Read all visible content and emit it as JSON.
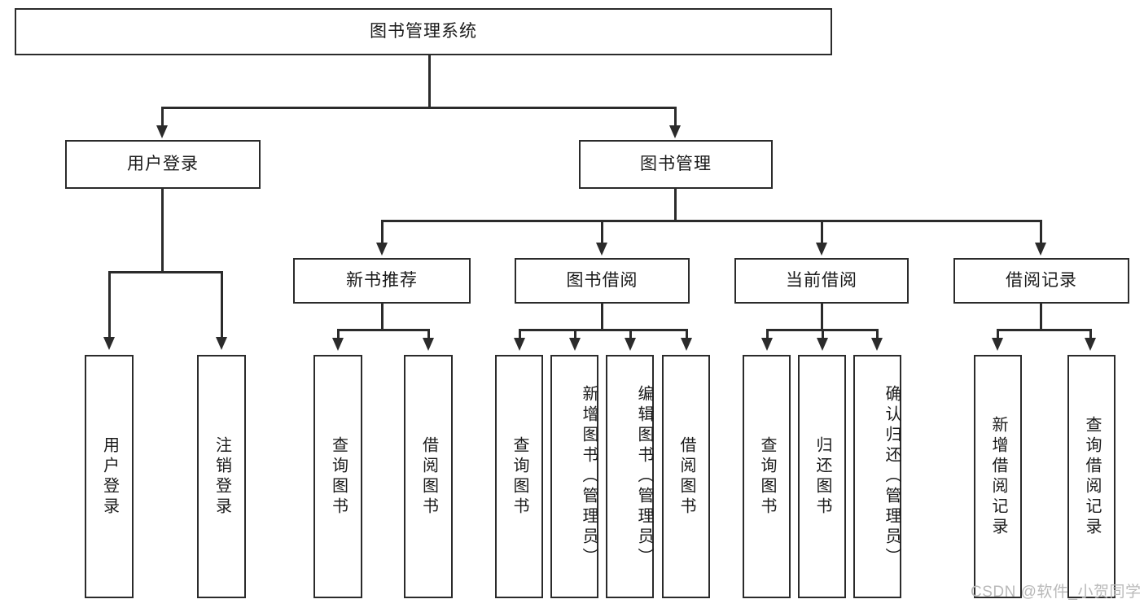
{
  "diagram": {
    "title_box": {
      "label": "图书管理系统"
    },
    "level2": [
      {
        "id": "user-login",
        "label": "用户登录"
      },
      {
        "id": "book-management",
        "label": "图书管理"
      }
    ],
    "level3": [
      {
        "id": "new-book-recommend",
        "label": "新书推荐"
      },
      {
        "id": "book-borrow",
        "label": "图书借阅"
      },
      {
        "id": "current-borrow",
        "label": "当前借阅"
      },
      {
        "id": "borrow-record",
        "label": "借阅记录"
      }
    ],
    "leaves": {
      "user_login": [
        {
          "id": "leaf-user-login",
          "label": "用户登录"
        },
        {
          "id": "leaf-logout-login",
          "label": "注销登录"
        }
      ],
      "new_book_recommend": [
        {
          "id": "leaf-query-book-1",
          "label": "查询图书"
        },
        {
          "id": "leaf-borrow-book-1",
          "label": "借阅图书"
        }
      ],
      "book_borrow": [
        {
          "id": "leaf-query-book-2",
          "label": "查询图书"
        },
        {
          "id": "leaf-add-book",
          "label": "新增图书（管理员）"
        },
        {
          "id": "leaf-edit-book",
          "label": "编辑图书（管理员）"
        },
        {
          "id": "leaf-borrow-book-2",
          "label": "借阅图书"
        }
      ],
      "current_borrow": [
        {
          "id": "leaf-query-book-3",
          "label": "查询图书"
        },
        {
          "id": "leaf-return-book",
          "label": "归还图书"
        },
        {
          "id": "leaf-confirm-return",
          "label": "确认归还（管理员）"
        }
      ],
      "borrow_record": [
        {
          "id": "leaf-add-borrow-record",
          "label": "新增借阅记录"
        },
        {
          "id": "leaf-query-borrow-record",
          "label": "查询借阅记录"
        }
      ]
    },
    "watermark": {
      "text": "CSDN @软件_小贺同学"
    },
    "colors": {
      "stroke": "#2b2b2b",
      "fill": "#ffffff",
      "text": "#1a1a1a",
      "watermark": "#b9b9b9"
    }
  }
}
